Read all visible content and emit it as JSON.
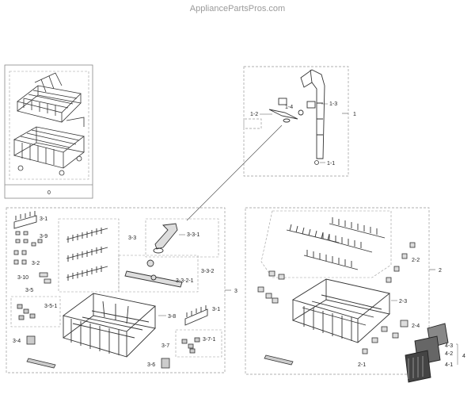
{
  "watermark": "AppliancePartsPros.com",
  "labels": {
    "box0": "0",
    "p1": "1",
    "p1_1": "1-1",
    "p1_2": "1-2",
    "p1_3": "1-3",
    "p1_4": "1-4",
    "p2": "2",
    "p2_1": "2-1",
    "p2_2": "2-2",
    "p2_3": "2-3",
    "p2_4": "2-4",
    "p3": "3",
    "p3_1a": "3-1",
    "p3_1b": "3-1",
    "p3_2": "3-2",
    "p3_3": "3-3",
    "p3_3_1": "3-3-1",
    "p3_3_2": "3-3-2",
    "p3_3_2_1": "3-3-2-1",
    "p3_4": "3-4",
    "p3_5": "3-5",
    "p3_5_1": "3-5-1",
    "p3_6": "3-6",
    "p3_7": "3-7",
    "p3_7_1": "3-7-1",
    "p3_8": "3-8",
    "p3_9": "3-9",
    "p3_10": "3-10",
    "p4": "4",
    "p4_1": "4-1",
    "p4_2": "4-2",
    "p4_3": "4-3"
  }
}
